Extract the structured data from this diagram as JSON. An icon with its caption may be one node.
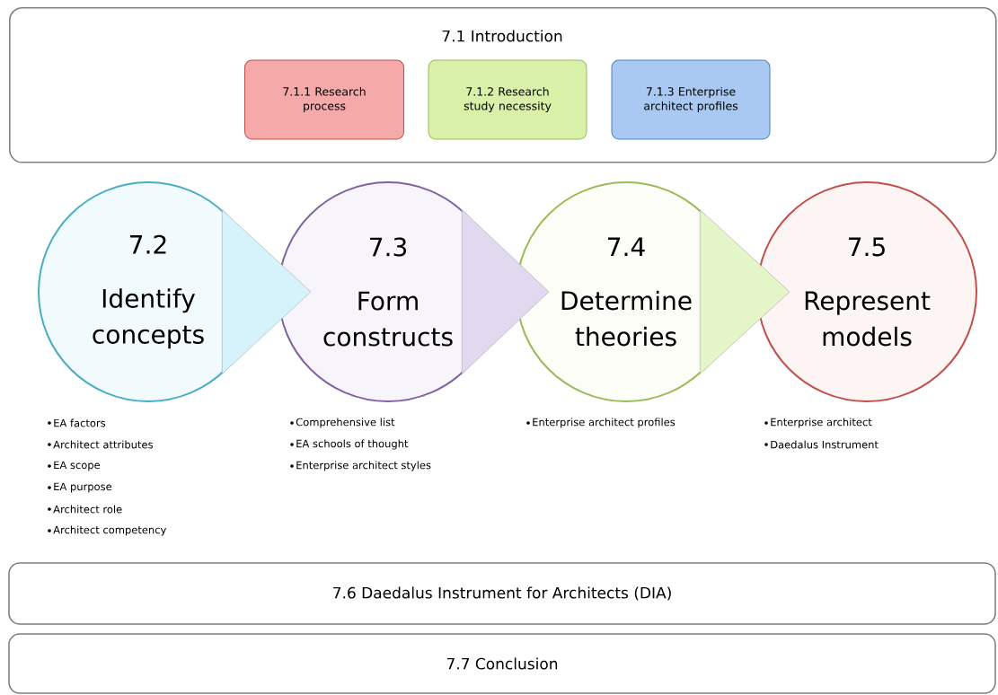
{
  "diagram": {
    "nodes": [
      {
        "text": [
          "7.1 Introduction"
        ]
      },
      {
        "text": [
          "7.1.1 Research process"
        ],
        "in": 0
      },
      {
        "text": [
          "7.1.2 Research study necessity"
        ],
        "in": 0
      },
      {
        "text": [
          "7.1.3 Enterprise architect profiles"
        ],
        "in": 0
      },
      {
        "text": [
          "7.2",
          "Identify concepts"
        ],
        "beside": [
          "EA factors",
          "Architect attributes",
          "EA scope",
          "EA purpose",
          "Architect role",
          "Architect competency"
        ]
      },
      {
        "text": [
          "7.3",
          "Form constructs"
        ],
        "beside": [
          "Comprehensive list",
          "EA schools of thought",
          "Enterprise architect styles"
        ]
      },
      {
        "text": [
          "7.4",
          "Determine theories"
        ],
        "beside": [
          "Enterprise architect profiles"
        ]
      },
      {
        "text": [
          "7.5",
          "Represent models"
        ],
        "beside": [
          "Enterprise architect",
          "Daedalus Instrument"
        ]
      },
      {
        "text": [
          "7.6 Daedalus Instrument for Architects (DIA)"
        ]
      },
      {
        "text": [
          "7.7 Conclusion"
        ]
      }
    ],
    "edges": [
      {
        "from": 4,
        "to": 5,
        "arrow": "to",
        "color": "#d6f2fa"
      },
      {
        "from": 5,
        "to": 6,
        "arrow": "to",
        "color": "#e2d8f0"
      },
      {
        "from": 6,
        "to": 7,
        "arrow": "to",
        "color": "#e4f5c8"
      }
    ]
  }
}
